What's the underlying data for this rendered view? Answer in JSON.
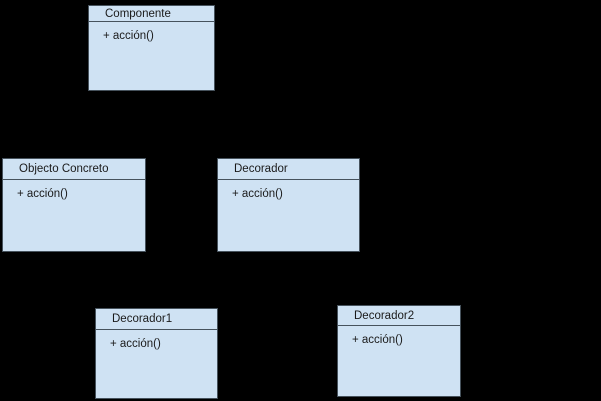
{
  "colors": {
    "background": "#000000",
    "node_fill": "#cfe2f3",
    "node_border": "#46525c",
    "text": "#1a1a1a"
  },
  "classes": [
    {
      "name": "Componente",
      "attribute": "+ acción()"
    },
    {
      "name": "Objecto Concreto",
      "attribute": "+ acción()"
    },
    {
      "name": "Decorador",
      "attribute": "+ acción()"
    },
    {
      "name": "Decorador1",
      "attribute": "+ acción()"
    },
    {
      "name": "Decorador2",
      "attribute": "+ acción()"
    }
  ]
}
